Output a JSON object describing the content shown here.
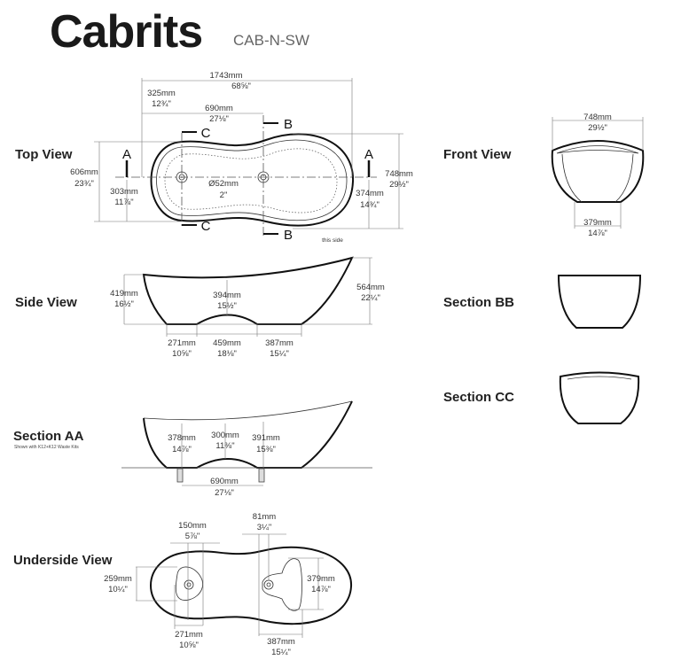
{
  "header": {
    "title": "Cabrits",
    "model_code": "CAB-N-SW"
  },
  "views": {
    "top": "Top View",
    "front": "Front View",
    "side": "Side View",
    "section_bb": "Section BB",
    "section_aa": "Section AA",
    "section_aa_note": "Shown with K12+K12 Waste Kits",
    "section_cc": "Section CC",
    "underside": "Underside View"
  },
  "section_markers": {
    "a": "A",
    "b": "B",
    "c": "C"
  },
  "top_view": {
    "length": [
      "1743mm",
      "68⅝\""
    ],
    "drain_offset": [
      "325mm",
      "12¾\""
    ],
    "drain_spacing": [
      "690mm",
      "27⅛\""
    ],
    "left_width": [
      "606mm",
      "23¾\""
    ],
    "left_half": [
      "303mm",
      "11⅞\""
    ],
    "right_width": [
      "748mm",
      "29½\""
    ],
    "right_half": [
      "374mm",
      "14¾\""
    ],
    "drain_diameter": [
      "Ø52mm",
      "2\""
    ],
    "note": "this side"
  },
  "side_view": {
    "left_height": [
      "419mm",
      "16½\""
    ],
    "mid_depth": [
      "394mm",
      "15½\""
    ],
    "right_height": [
      "564mm",
      "22¼\""
    ],
    "base_left": [
      "271mm",
      "10⅝\""
    ],
    "base_mid": [
      "459mm",
      "18⅛\""
    ],
    "base_right": [
      "387mm",
      "15¼\""
    ]
  },
  "section_aa": {
    "left_depth": [
      "378mm",
      "14⅞\""
    ],
    "mid_depth": [
      "300mm",
      "11⅜\""
    ],
    "right_depth": [
      "391mm",
      "15⅜\""
    ],
    "drain_spacing": [
      "690mm",
      "27⅛\""
    ]
  },
  "underside_view": {
    "left_recess_width": [
      "150mm",
      "5⅞\""
    ],
    "right_offset": [
      "81mm",
      "3¼\""
    ],
    "left_recess_height": [
      "259mm",
      "10¼\""
    ],
    "right_recess_height": [
      "379mm",
      "14⅞\""
    ],
    "left_base": [
      "271mm",
      "10⅝\""
    ],
    "right_base": [
      "387mm",
      "15¼\""
    ]
  },
  "front_view": {
    "width": [
      "748mm",
      "29½\""
    ],
    "base": [
      "379mm",
      "14⅞\""
    ]
  }
}
